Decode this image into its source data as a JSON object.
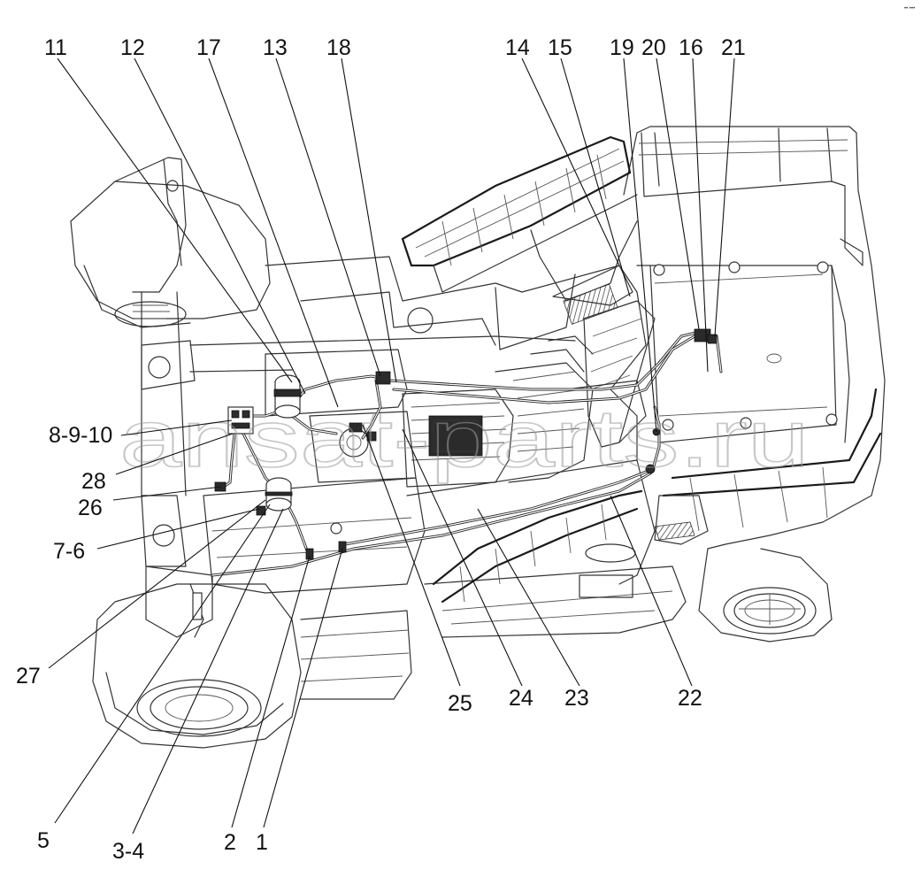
{
  "diagram": {
    "corner_mark": "•• •••",
    "watermark": "ansat-parts.ru",
    "callouts": [
      {
        "id": "c11",
        "label": "11"
      },
      {
        "id": "c12",
        "label": "12"
      },
      {
        "id": "c17",
        "label": "17"
      },
      {
        "id": "c13",
        "label": "13"
      },
      {
        "id": "c18",
        "label": "18"
      },
      {
        "id": "c14",
        "label": "14"
      },
      {
        "id": "c15",
        "label": "15"
      },
      {
        "id": "c19",
        "label": "19"
      },
      {
        "id": "c20",
        "label": "20"
      },
      {
        "id": "c16",
        "label": "16"
      },
      {
        "id": "c21",
        "label": "21"
      },
      {
        "id": "c8910",
        "label": "8-9-10"
      },
      {
        "id": "c28",
        "label": "28"
      },
      {
        "id": "c26",
        "label": "26"
      },
      {
        "id": "c76",
        "label": "7-6"
      },
      {
        "id": "c27",
        "label": "27"
      },
      {
        "id": "c25",
        "label": "25"
      },
      {
        "id": "c24",
        "label": "24"
      },
      {
        "id": "c23",
        "label": "23"
      },
      {
        "id": "c22",
        "label": "22"
      },
      {
        "id": "c5",
        "label": "5"
      },
      {
        "id": "c34",
        "label": "3-4"
      },
      {
        "id": "c2",
        "label": "2"
      },
      {
        "id": "c1",
        "label": "1"
      }
    ]
  }
}
